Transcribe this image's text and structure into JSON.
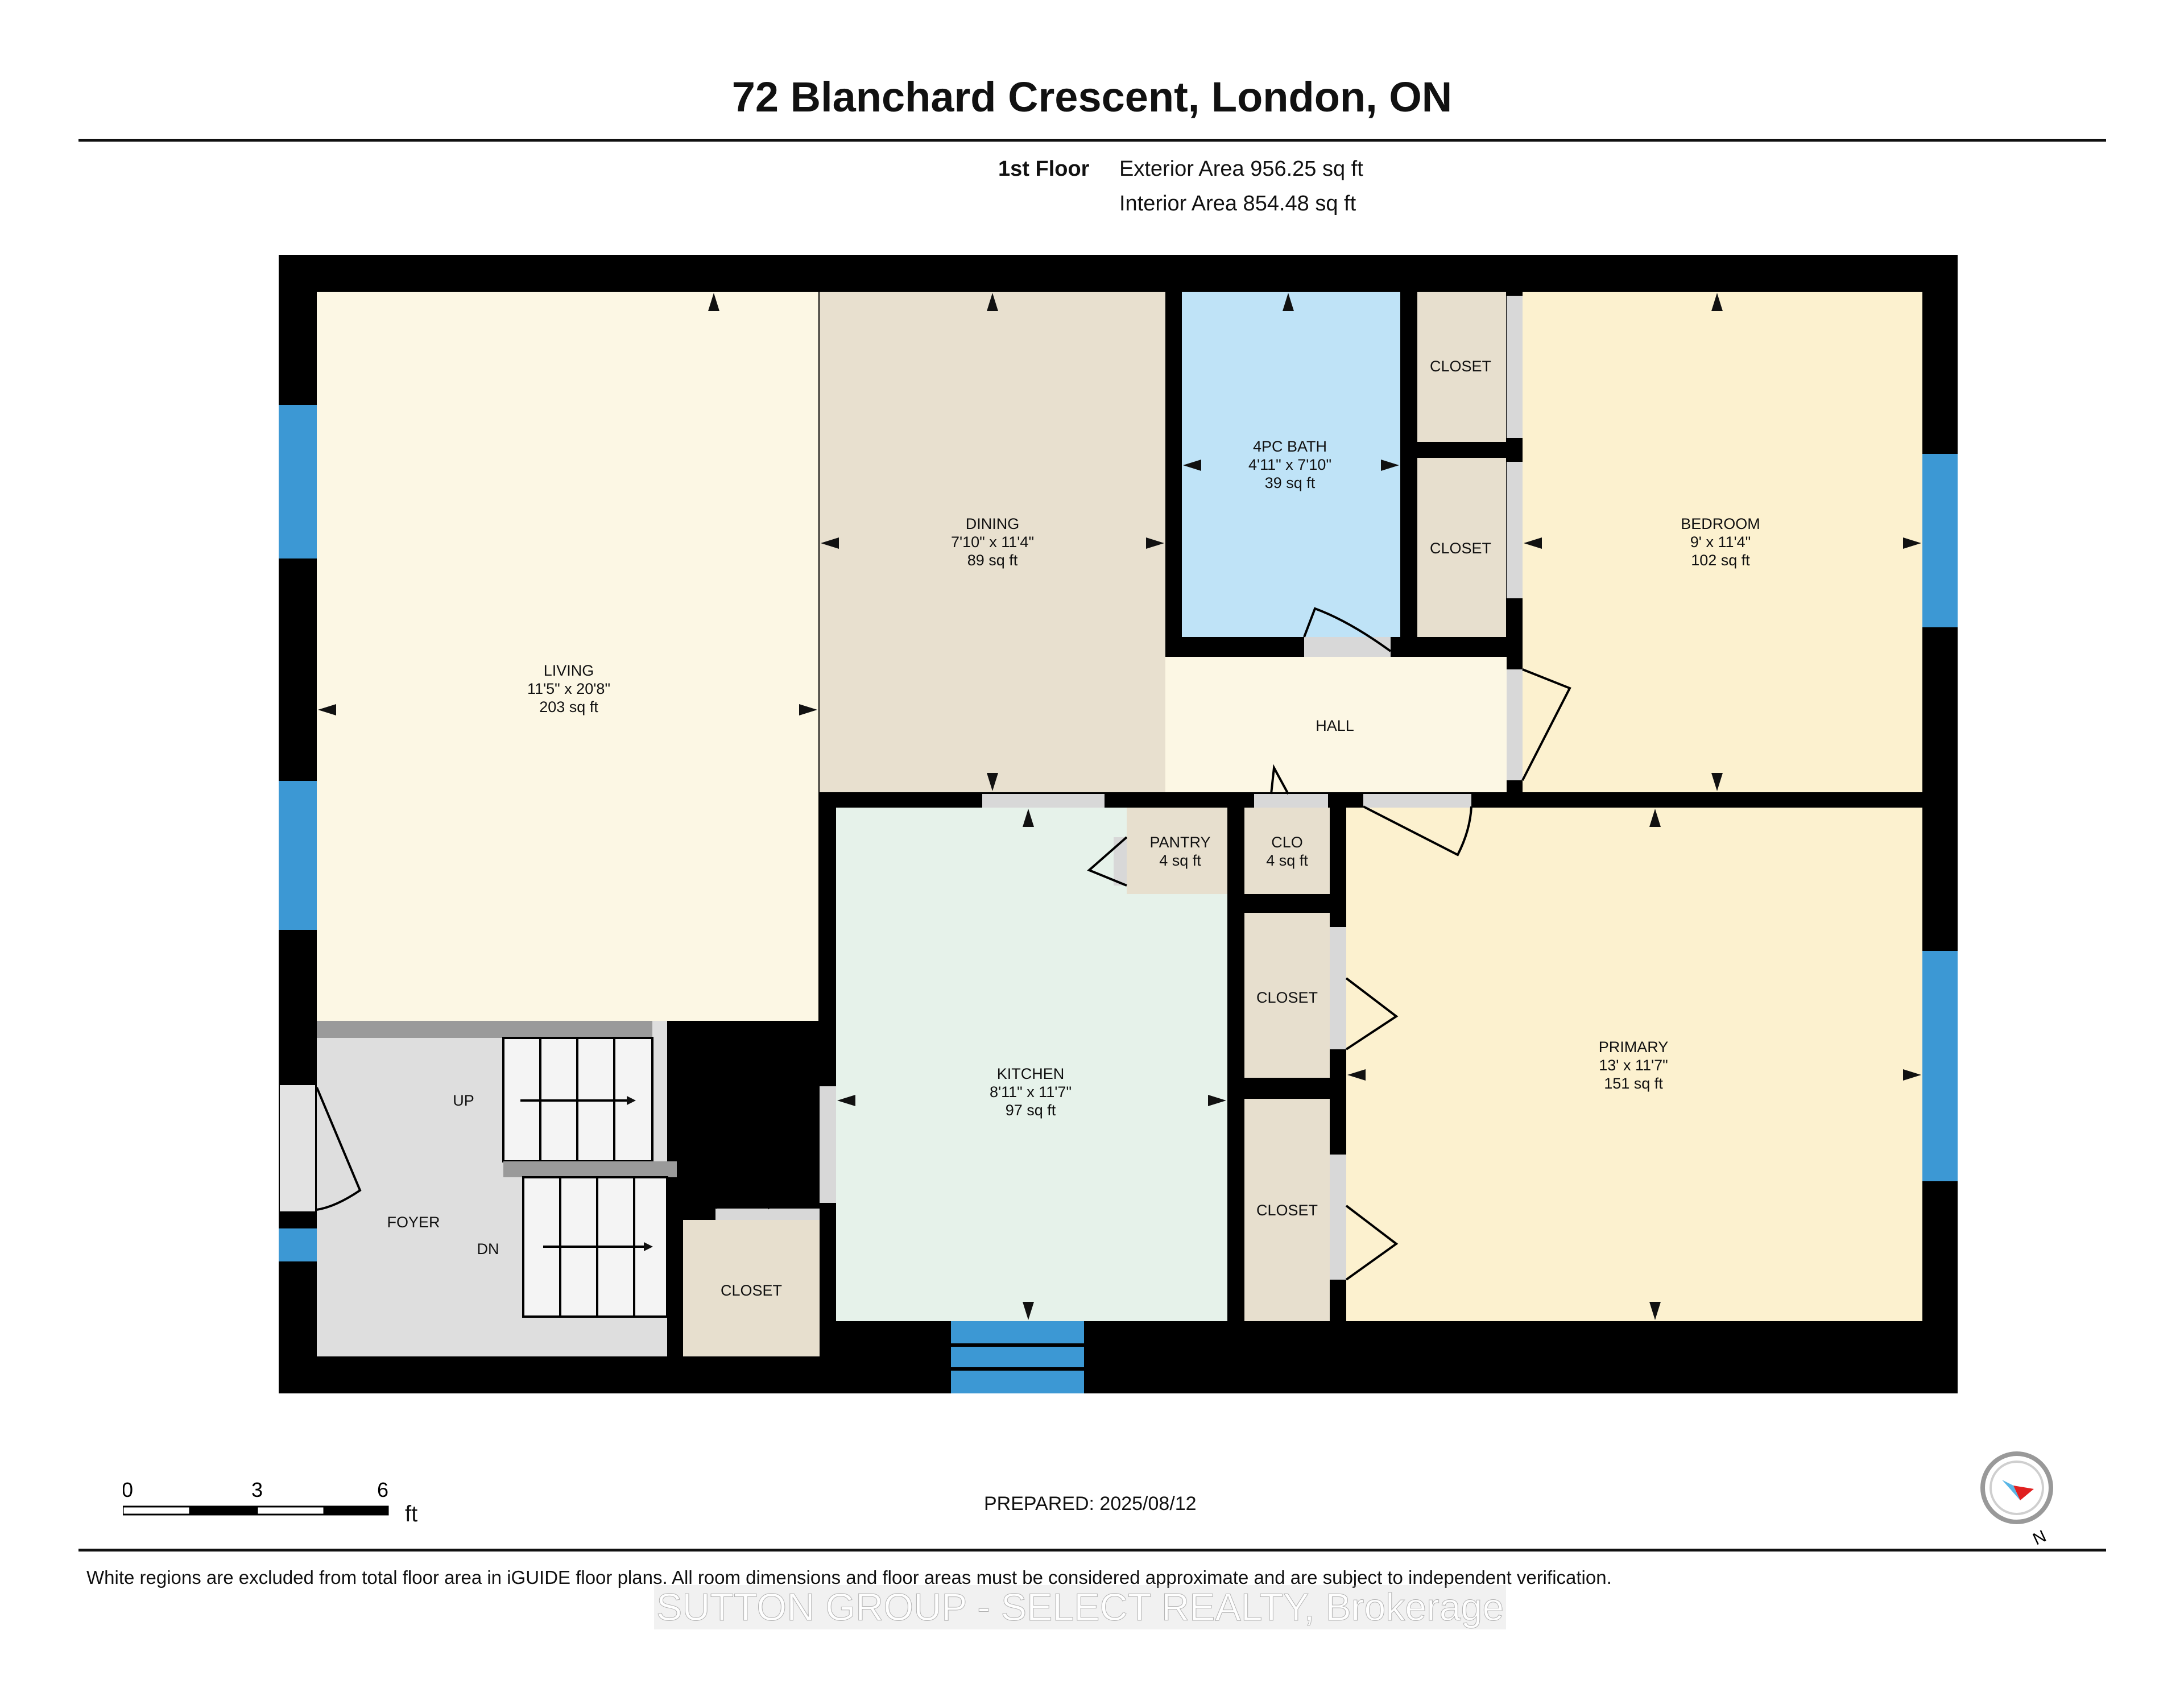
{
  "header": {
    "title": "72 Blanchard Crescent, London, ON",
    "floor": "1st Floor",
    "exterior_area": "Exterior Area 956.25 sq ft",
    "interior_area": "Interior Area 854.48 sq ft"
  },
  "rooms": {
    "living": {
      "name": "LIVING",
      "dims": "11'5\" x 20'8\"",
      "area": "203 sq ft"
    },
    "dining": {
      "name": "DINING",
      "dims": "7'10\" x 11'4\"",
      "area": "89 sq ft"
    },
    "bath": {
      "name": "4PC BATH",
      "dims": "4'11\" x 7'10\"",
      "area": "39 sq ft"
    },
    "bedroom": {
      "name": "BEDROOM",
      "dims": "9' x 11'4\"",
      "area": "102 sq ft"
    },
    "hall": {
      "name": "HALL"
    },
    "pantry": {
      "name": "PANTRY",
      "area": "4 sq ft"
    },
    "clo": {
      "name": "CLO",
      "area": "4 sq ft"
    },
    "kitchen": {
      "name": "KITCHEN",
      "dims": "8'11\" x 11'7\"",
      "area": "97 sq ft"
    },
    "primary": {
      "name": "PRIMARY",
      "dims": "13' x 11'7\"",
      "area": "151 sq ft"
    },
    "foyer": {
      "name": "FOYER"
    },
    "closet": "CLOSET",
    "stairs_up": "UP",
    "stairs_down": "DN"
  },
  "scale": {
    "ticks": [
      "0",
      "3",
      "6"
    ],
    "unit": "ft"
  },
  "prepared": "PREPARED: 2025/08/12",
  "compass": {
    "label": "N"
  },
  "footer": {
    "disclaimer": "White regions are excluded from total floor area in iGUIDE floor plans. All room dimensions and floor areas must be considered approximate and are subject to independent verification.",
    "watermark": "SUTTON GROUP - SELECT REALTY, Brokerage"
  },
  "colors": {
    "wall": "#000000",
    "living": "#fcf7e4",
    "dining": "#e8e0cf",
    "bath": "#bfe3f7",
    "bedroom": "#fcf1cf",
    "hall": "#fcf7e4",
    "kitchen": "#e6f2ea",
    "closet": "#e7dfce",
    "foyer": "#dedede",
    "window": "#3c98d4"
  }
}
